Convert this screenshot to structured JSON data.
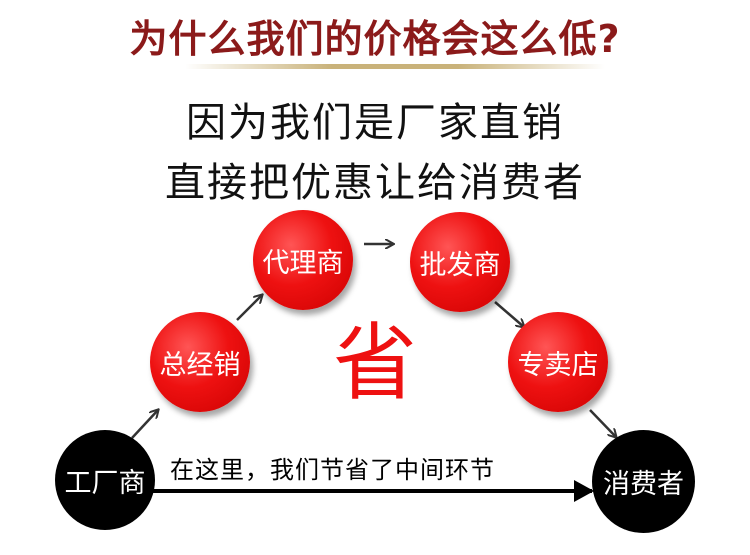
{
  "title": "为什么我们的价格会这么低?",
  "lines": [
    "因为我们是厂家直销",
    "直接把优惠让给消费者"
  ],
  "nodes": {
    "factory": "工厂商",
    "distributor": "总经销",
    "agent": "代理商",
    "wholesaler": "批发商",
    "store": "专卖店",
    "consumer": "消费者"
  },
  "save_label": "省",
  "bottom_note": "在这里，我们节省了中间环节",
  "colors": {
    "title": "#8b1a1a",
    "node_red": "#ee1111",
    "node_black": "#000000",
    "save": "#ee1111",
    "text": "#111111"
  }
}
